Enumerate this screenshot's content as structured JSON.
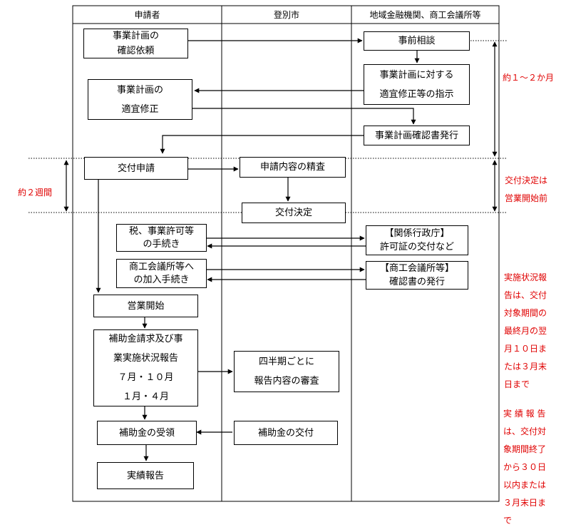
{
  "headers": {
    "applicant": "申請者",
    "city": "登別市",
    "finance": "地域金融機関、商工会議所等"
  },
  "boxes": {
    "confirm_request": "事業計画の\n確認依頼",
    "pre_consult": "事前相談",
    "instruction": "事業計画に対する\n適宜修正等の指示",
    "modify": "事業計画の\n適宜修正",
    "cert_issue": "事業計画確認書発行",
    "grant_apply": "交付申請",
    "review": "申請内容の精査",
    "decision": "交付決定",
    "tax": "税、事業許可等\nの手続き",
    "gov": "【関係行政庁】\n許可証の交付など",
    "join": "商工会議所等へ\nの加入手続き",
    "chamber": "【商工会議所等】\n確認書の発行",
    "open": "営業開始",
    "claim": "補助金請求及び事\n業実施状況報告\n７月・１０月\n１月・４月",
    "quarterly": "四半期ごとに\n報告内容の審査",
    "receive": "補助金の受領",
    "grant": "補助金の交付",
    "result": "実績報告"
  },
  "notes": {
    "one_two_months": "約１～２か月",
    "two_weeks": "約２週間",
    "decision_before": "交付決定は\n営業開始前",
    "status_report": "実施状況報\n告は、交付\n対象期間の\n最終月の翌\n月１０日ま\nたは３月末\n日まで",
    "result_report": "実 績 報 告\nは、交付対\n象期間終了\nから３０日\n以内または\n３月末日ま\nで"
  },
  "colors": {
    "line": "#000000",
    "note": "#e00000"
  }
}
